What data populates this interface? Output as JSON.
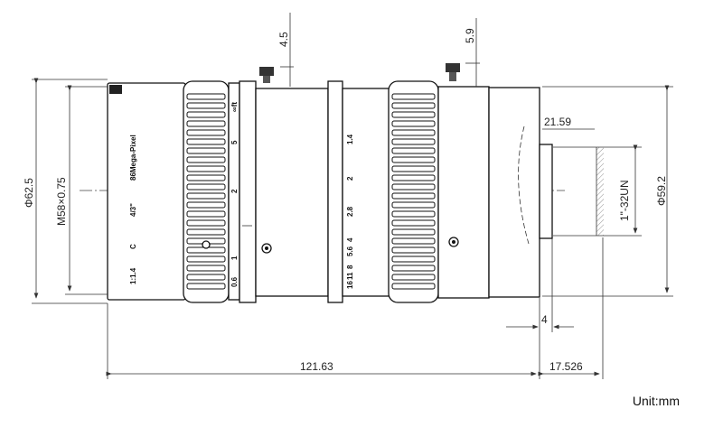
{
  "dimensions": {
    "flange_diameter": "Φ62.5",
    "filter_thread": "M58×0.75",
    "total_length": "121.63",
    "flange_back": "17.526",
    "screw_offset_left": "4.5",
    "screw_offset_right": "5.9",
    "mount_depth": "21.59",
    "mount_thread": "1\"-32UN",
    "mount_diameter": "Φ59.2",
    "mount_step": "4"
  },
  "lens_markings": {
    "format": "4/3\"",
    "resolution": "86Mega-Pixel",
    "aperture": "1:1.4",
    "focus_scale": [
      "0.6",
      "1",
      "2",
      "5",
      "∞ft"
    ],
    "iris_scale": [
      "1.4",
      "2",
      "2.8",
      "4",
      "5.6",
      "8",
      "11",
      "16"
    ],
    "c_mark": "C"
  },
  "unit_label": "Unit:mm"
}
